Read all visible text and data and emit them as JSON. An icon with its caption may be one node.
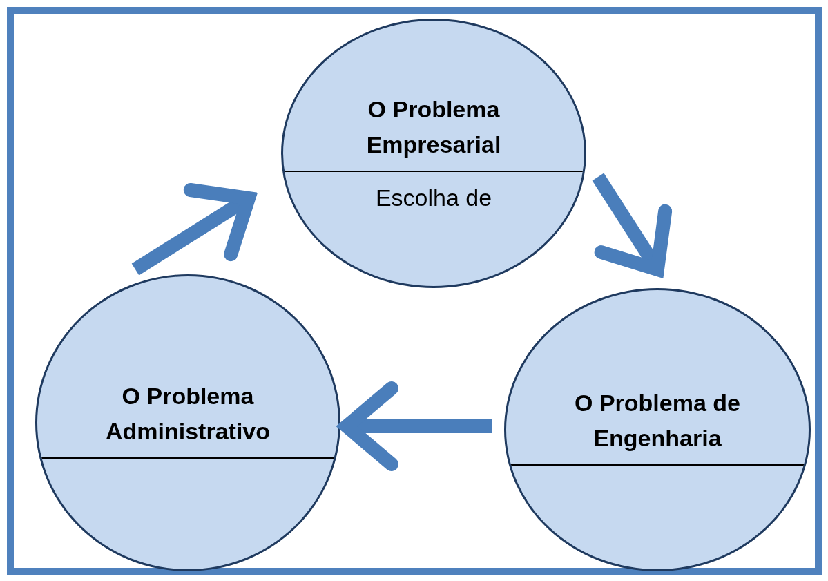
{
  "diagram": {
    "nodes": [
      {
        "text": [
          "O Problema Empresarial",
          "Escolha de"
        ]
      },
      {
        "text": [
          "O Problema de Engenharia"
        ]
      },
      {
        "text": [
          "O Problema Administrativo"
        ]
      }
    ],
    "edges": [
      {
        "from": 0,
        "to": 1,
        "arrow": "to"
      },
      {
        "from": 1,
        "to": 2,
        "arrow": "to"
      },
      {
        "from": 2,
        "to": 0,
        "arrow": "to"
      }
    ]
  }
}
